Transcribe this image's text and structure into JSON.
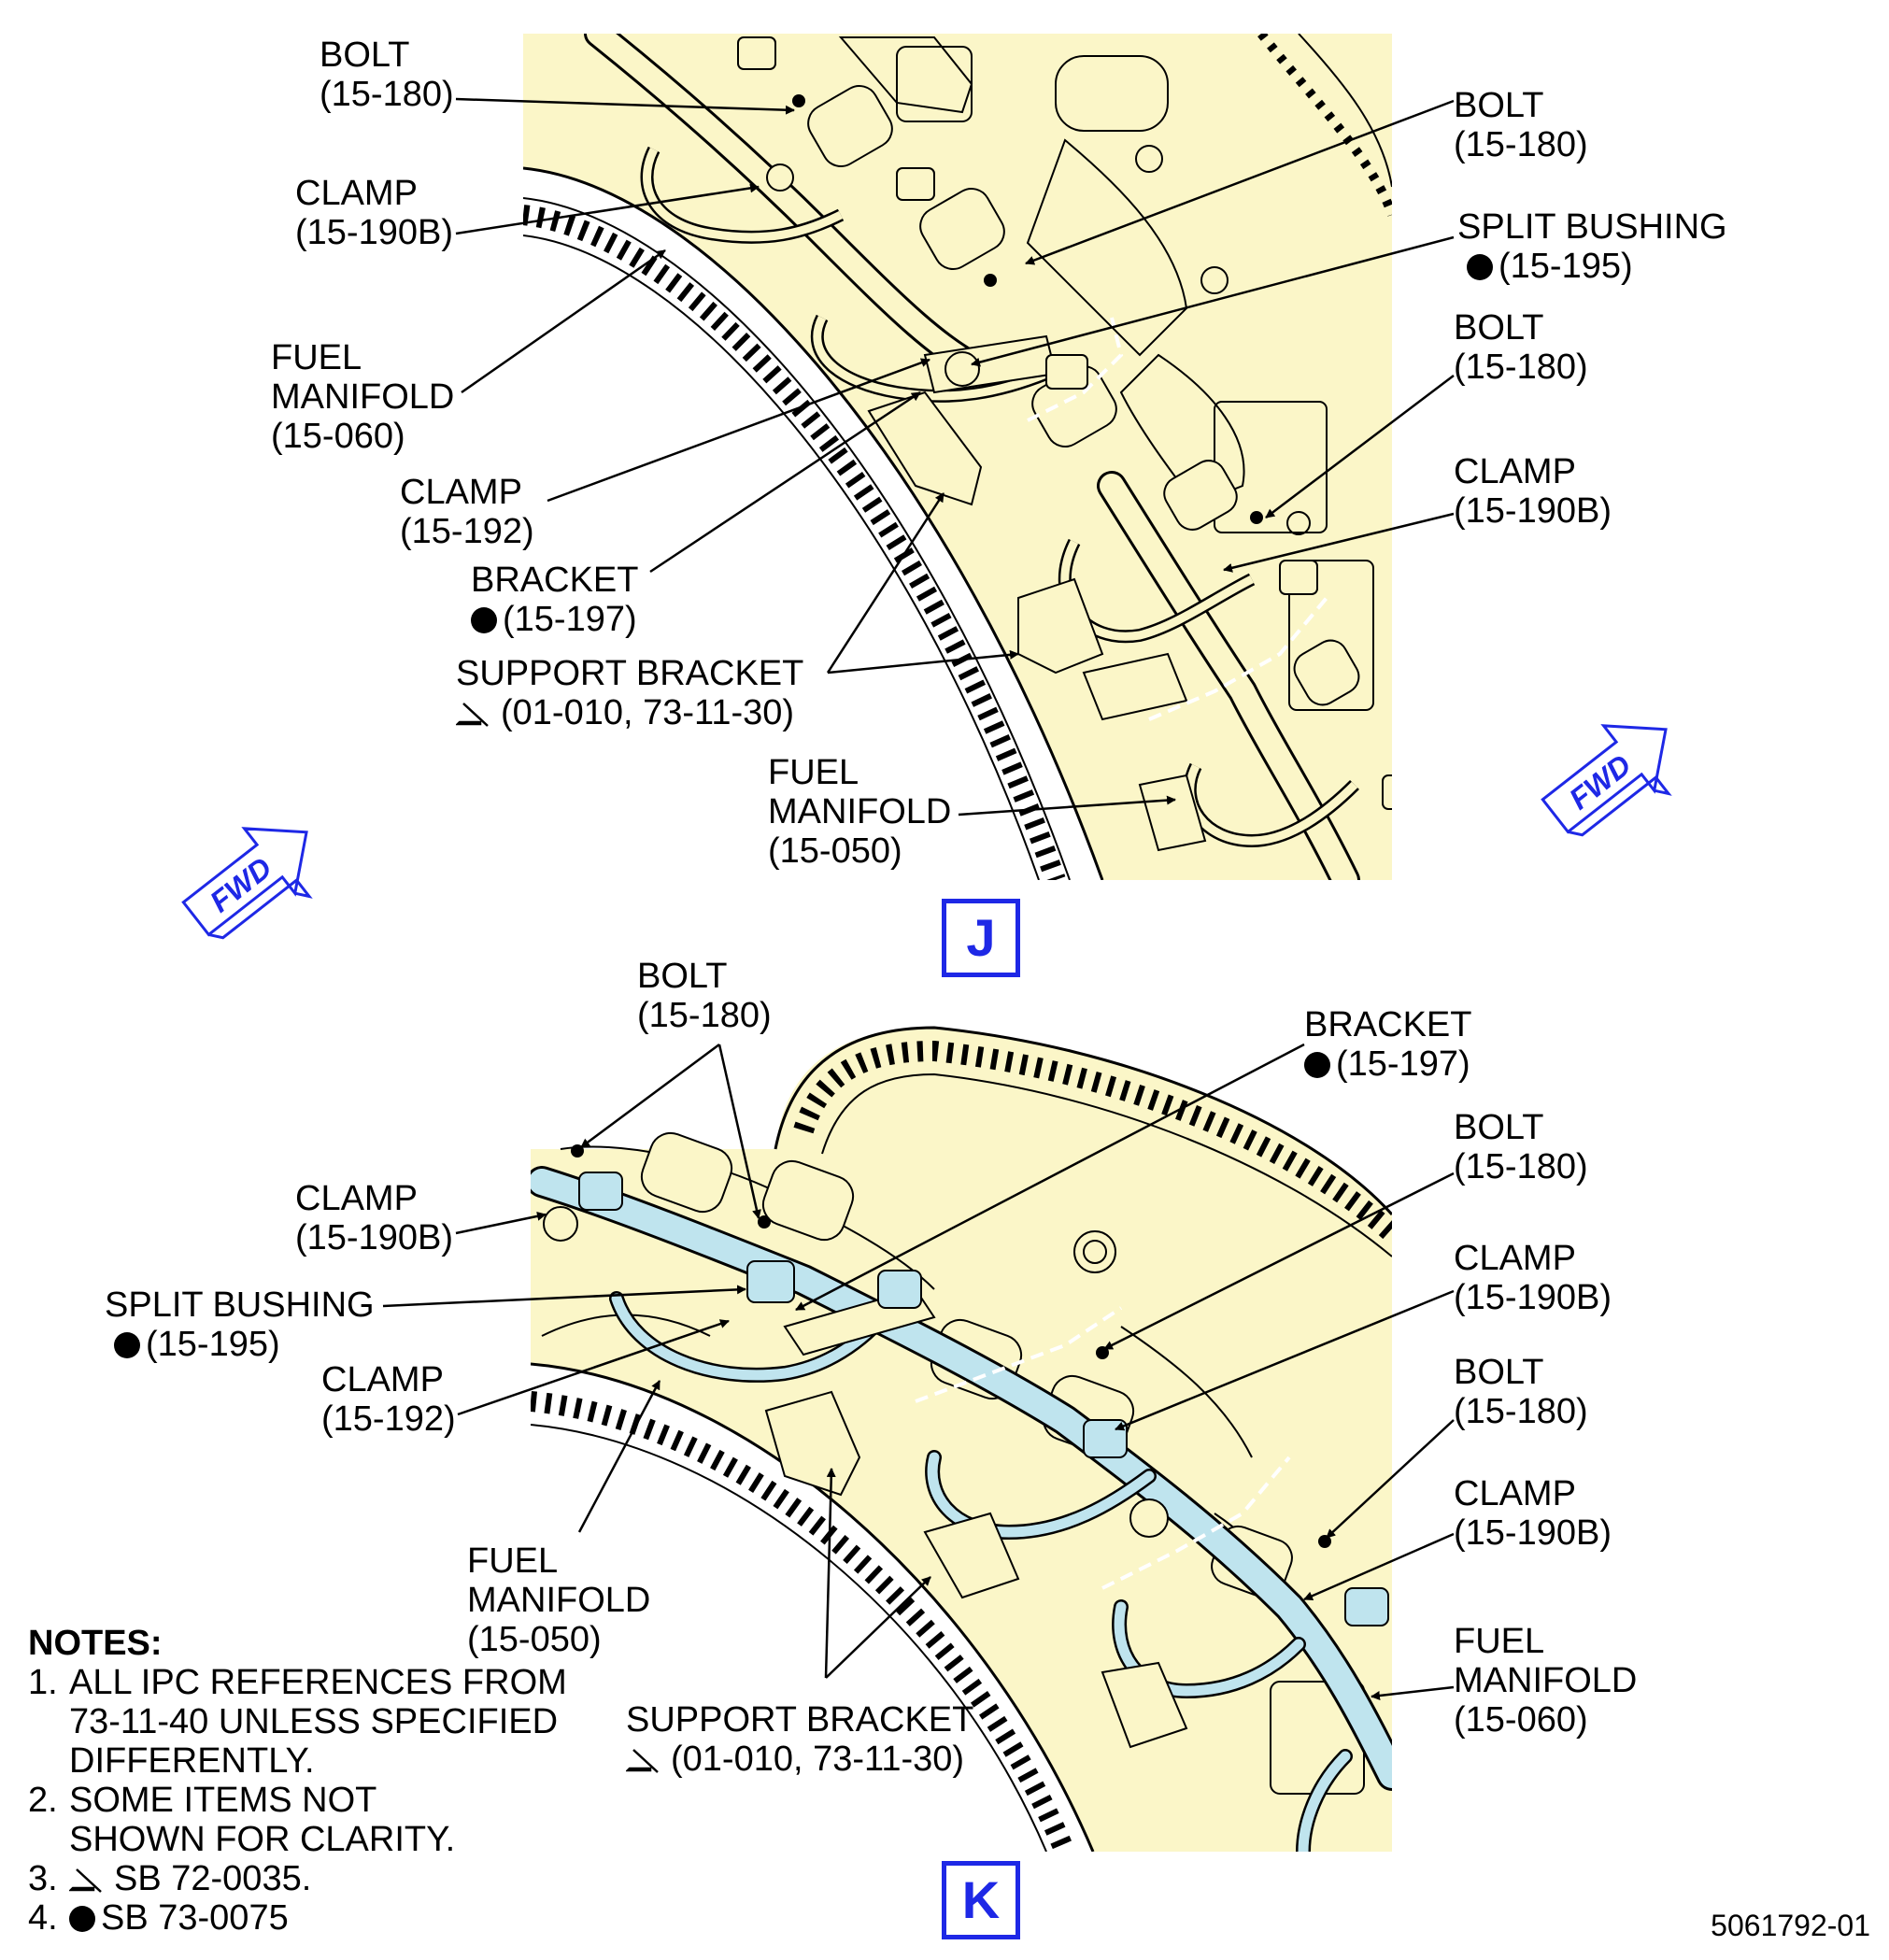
{
  "view_j": {
    "box_label": "J",
    "callouts": {
      "bolt_tl": [
        "BOLT",
        "(15-180)"
      ],
      "clamp_tl": [
        "CLAMP",
        "(15-190B)"
      ],
      "fuel_manifold_l": [
        "FUEL",
        "MANIFOLD",
        "(15-060)"
      ],
      "clamp_192": [
        "CLAMP",
        "(15-192)"
      ],
      "bracket": [
        "BRACKET",
        "(15-197)"
      ],
      "support_bracket": [
        "SUPPORT BRACKET",
        "(01-010, 73-11-30)"
      ],
      "fuel_manifold_b": [
        "FUEL",
        "MANIFOLD",
        "(15-050)"
      ],
      "bolt_tr": [
        "BOLT",
        "(15-180)"
      ],
      "split_bushing": [
        "SPLIT BUSHING",
        "(15-195)"
      ],
      "bolt_r": [
        "BOLT",
        "(15-180)"
      ],
      "clamp_r": [
        "CLAMP",
        "(15-190B)"
      ]
    },
    "fwd_arrows": [
      "FWD",
      "FWD"
    ]
  },
  "view_k": {
    "box_label": "K",
    "callouts": {
      "bolt_top": [
        "BOLT",
        "(15-180)"
      ],
      "bracket": [
        "BRACKET",
        "(15-197)"
      ],
      "clamp_l": [
        "CLAMP",
        "(15-190B)"
      ],
      "split_bushing": [
        "SPLIT BUSHING",
        "(15-195)"
      ],
      "clamp_192": [
        "CLAMP",
        "(15-192)"
      ],
      "fuel_manifold_050": [
        "FUEL",
        "MANIFOLD",
        "(15-050)"
      ],
      "support_bracket": [
        "SUPPORT BRACKET",
        "(01-010, 73-11-30)"
      ],
      "bolt_r1": [
        "BOLT",
        "(15-180)"
      ],
      "clamp_r1": [
        "CLAMP",
        "(15-190B)"
      ],
      "bolt_r2": [
        "BOLT",
        "(15-180)"
      ],
      "clamp_r2": [
        "CLAMP",
        "(15-190B)"
      ],
      "fuel_manifold_060": [
        "FUEL",
        "MANIFOLD",
        "(15-060)"
      ]
    }
  },
  "notes": {
    "title": "NOTES:",
    "items": [
      {
        "num": "1.",
        "text": "ALL IPC REFERENCES FROM\n73-11-40 UNLESS SPECIFIED\nDIFFERENTLY."
      },
      {
        "num": "2.",
        "text": "SOME ITEMS NOT\nSHOWN FOR CLARITY."
      },
      {
        "num": "3.",
        "text": "SB 72-0035."
      },
      {
        "num": "4.",
        "text": "SB 73-0075"
      }
    ]
  },
  "figure_number": "5061792-01",
  "colors": {
    "panel_fill": "#fbf6c8",
    "tube_blue": "#bfe4ee",
    "view_box_blue": "#1e28e6",
    "line": "#000000"
  }
}
